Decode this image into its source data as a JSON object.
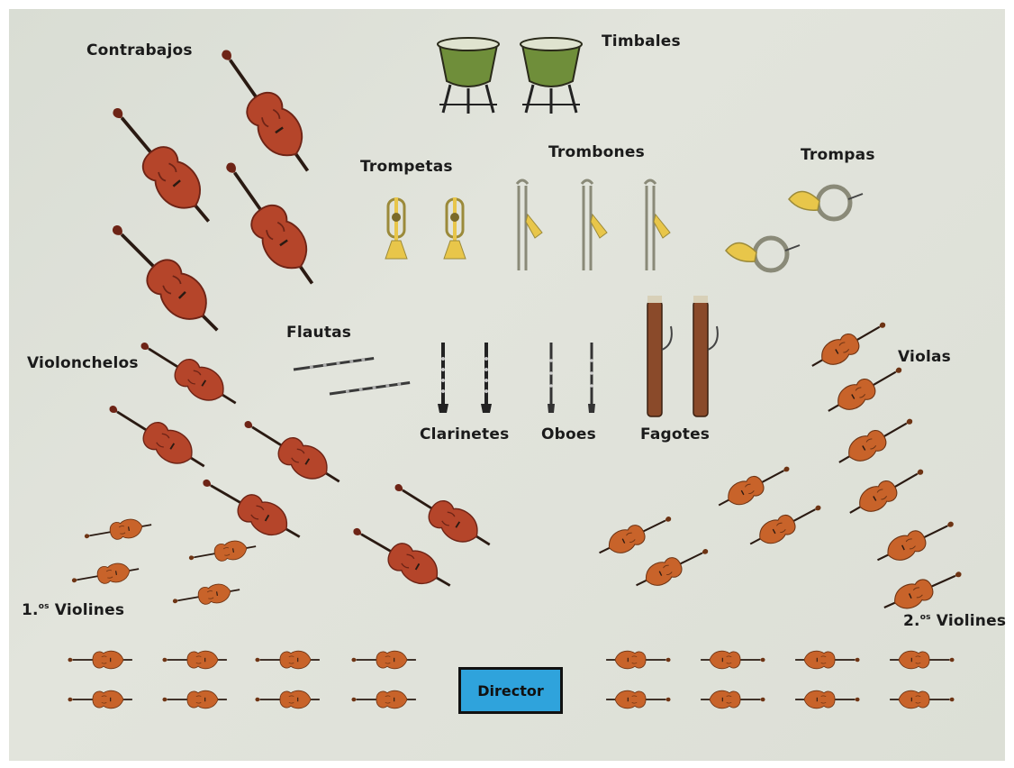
{
  "labels": {
    "contrabajos": "Contrabajos",
    "timbales": "Timbales",
    "trompetas": "Trompetas",
    "trombones": "Trombones",
    "trompas": "Trompas",
    "flautas": "Flautas",
    "violonchelos": "Violonchelos",
    "violas": "Violas",
    "clarinetes": "Clarinetes",
    "oboes": "Oboes",
    "fagotes": "Fagotes",
    "violines1_num": "1.",
    "violines1_sup": "os",
    "violines1_word": "Violines",
    "violines2_num": "2.",
    "violines2_sup": "os",
    "violines2_word": "Violines",
    "director": "Director"
  },
  "colors": {
    "string_body": "#b5452a",
    "string_dark": "#6e2416",
    "violin_body": "#c8632a",
    "brass": "#e8c64a",
    "kettle": "#6f8e3a",
    "wood": "#8a4a2a",
    "director_box": "#2fa3dc"
  },
  "icons": {
    "double_bass": "double-bass-icon",
    "cello": "cello-icon",
    "viola": "viola-icon",
    "violin": "violin-icon",
    "timpani": "timpani-icon",
    "trumpet": "trumpet-icon",
    "trombone": "trombone-icon",
    "french_horn": "french-horn-icon",
    "flute": "flute-icon",
    "clarinet": "clarinet-icon",
    "oboe": "oboe-icon",
    "bassoon": "bassoon-icon"
  }
}
